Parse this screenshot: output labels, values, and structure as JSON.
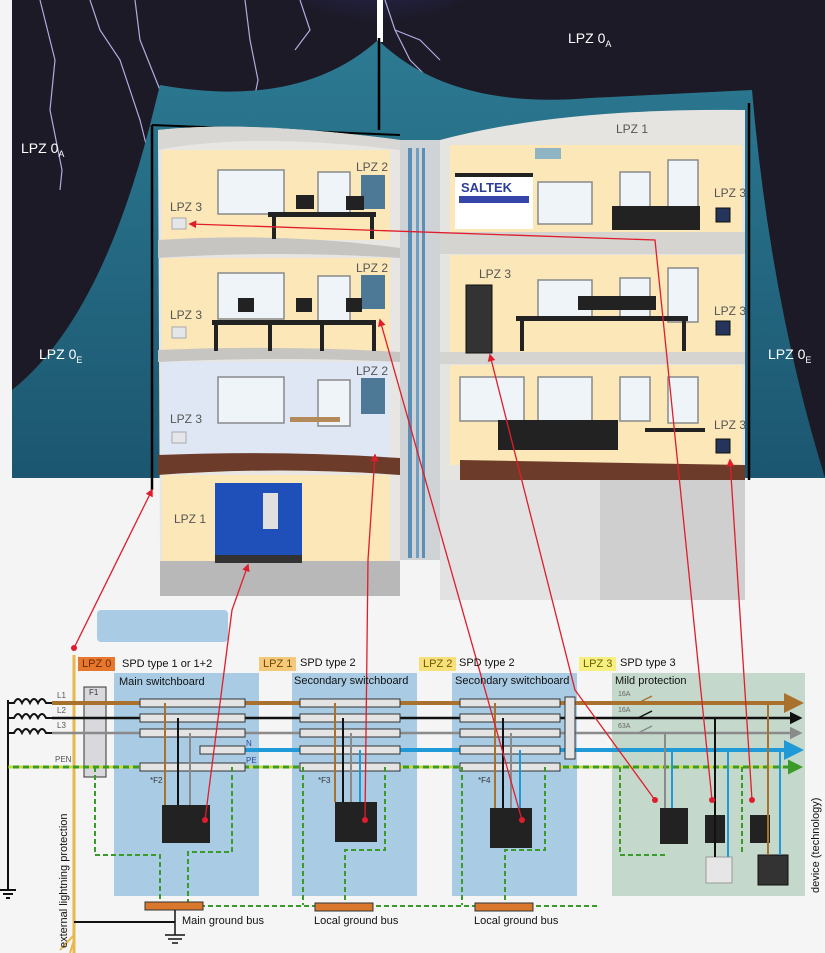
{
  "scene": {
    "brand_sign": "SALTEK",
    "colors": {
      "sky": "#1c1a26",
      "zone_0b": "#1f5e78",
      "wall_warm": "#fbe7b8",
      "wall_cool": "#dfe7f4",
      "arrow": "#e01d2c",
      "switchboard_bg": "#a9cbe4",
      "mild_bg": "#c4d9cc",
      "phase_l1": "#a8722e",
      "phase_l2": "#111111",
      "phase_l3": "#8a8a8a",
      "neutral": "#1f9ad6",
      "pe": "#3a9a2a"
    }
  },
  "zones": {
    "sky_top_right": {
      "main": "LPZ 0",
      "sub": "A"
    },
    "sky_left": {
      "main": "LPZ 0",
      "sub": "A"
    },
    "outer_left": {
      "main": "LPZ 0",
      "sub": "E"
    },
    "outer_right": {
      "main": "LPZ 0",
      "sub": "E"
    },
    "roof_right": "LPZ 1",
    "basement": "LPZ 1",
    "left_floor3_panel": "LPZ 2",
    "left_floor2_panel": "LPZ 2",
    "left_floor1_panel": "LPZ 2",
    "left_floor3_socket": "LPZ 3",
    "left_floor2_socket": "LPZ 3",
    "left_floor1_socket": "LPZ 3",
    "right_floor3_socket": "LPZ 3",
    "right_floor2_rack": "LPZ 3",
    "right_floor2_socket": "LPZ 3",
    "right_floor1_socket": "LPZ 3"
  },
  "schematic": {
    "lines": [
      "L1",
      "L2",
      "L3",
      "PEN"
    ],
    "n_label": "N",
    "pe_label": "PE",
    "f1_label": "F1",
    "f2_label": "*F2",
    "f3_label": "*F3",
    "f4_label": "*F4",
    "sections": [
      {
        "tag": "LPZ 0",
        "spd": "SPD type 1 or 1+2",
        "board": "Main switchboard"
      },
      {
        "tag": "LPZ 1",
        "spd": "SPD type 2",
        "board": "Secondary switchboard"
      },
      {
        "tag": "LPZ 2",
        "spd": "SPD type 2",
        "board": "Secondary switchboard"
      },
      {
        "tag": "LPZ 3",
        "spd": "SPD type 3",
        "board": "Mild protection"
      }
    ],
    "breakers": [
      "16A",
      "16A",
      "63A"
    ],
    "ground_buses": [
      "Main ground bus",
      "Local ground bus",
      "Local ground bus"
    ],
    "left_vertical": "external lightning protection",
    "right_vertical": "device (technology)"
  }
}
